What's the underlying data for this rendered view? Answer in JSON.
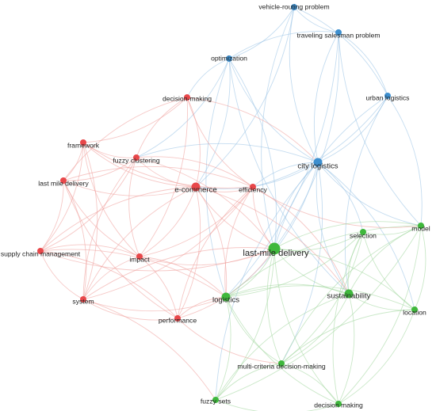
{
  "colors": {
    "red": "#e8474a",
    "green": "#3fb83c",
    "blue": "#3d8fcf",
    "edge_red": "#ef9a98",
    "edge_green": "#9fd69a",
    "edge_blue": "#93bfe3"
  },
  "nodes": [
    {
      "id": "vrp",
      "label": "vehicle-routing problem",
      "cluster": "blue",
      "weight": 1
    },
    {
      "id": "tsp",
      "label": "traveling salesman problem",
      "cluster": "blue",
      "weight": 1
    },
    {
      "id": "opt",
      "label": "optimization",
      "cluster": "blue",
      "weight": 1
    },
    {
      "id": "urban",
      "label": "urban logistics",
      "cluster": "blue",
      "weight": 1
    },
    {
      "id": "city",
      "label": "city logistics",
      "cluster": "blue",
      "weight": 2
    },
    {
      "id": "dm",
      "label": "decision-making",
      "cluster": "red",
      "weight": 1
    },
    {
      "id": "fw",
      "label": "framework",
      "cluster": "red",
      "weight": 1
    },
    {
      "id": "fc",
      "label": "fuzzy clustering",
      "cluster": "red",
      "weight": 1
    },
    {
      "id": "lmd",
      "label": "last mile delivery",
      "cluster": "red",
      "weight": 1
    },
    {
      "id": "ec",
      "label": "e-commerce",
      "cluster": "red",
      "weight": 2
    },
    {
      "id": "eff",
      "label": "efficiency",
      "cluster": "red",
      "weight": 1
    },
    {
      "id": "scm",
      "label": "supply chain management",
      "cluster": "red",
      "weight": 1
    },
    {
      "id": "imp",
      "label": "impact",
      "cluster": "red",
      "weight": 1
    },
    {
      "id": "sys",
      "label": "system",
      "cluster": "red",
      "weight": 1
    },
    {
      "id": "perf",
      "label": "performance",
      "cluster": "red",
      "weight": 1
    },
    {
      "id": "lastmile",
      "label": "last-mile delivery",
      "cluster": "green",
      "weight": 3
    },
    {
      "id": "model",
      "label": "model",
      "cluster": "green",
      "weight": 1
    },
    {
      "id": "sel",
      "label": "selection",
      "cluster": "green",
      "weight": 1
    },
    {
      "id": "log",
      "label": "logistics",
      "cluster": "green",
      "weight": 2
    },
    {
      "id": "sust",
      "label": "sustainability",
      "cluster": "green",
      "weight": 2
    },
    {
      "id": "loc",
      "label": "location",
      "cluster": "green",
      "weight": 1
    },
    {
      "id": "mcdm",
      "label": "multi-criteria decision-making",
      "cluster": "green",
      "weight": 1
    },
    {
      "id": "fs",
      "label": "fuzzy sets",
      "cluster": "green",
      "weight": 1
    },
    {
      "id": "dmk",
      "label": "decision making",
      "cluster": "green",
      "weight": 1
    }
  ],
  "links": [
    [
      "vrp",
      "tsp"
    ],
    [
      "vrp",
      "opt"
    ],
    [
      "vrp",
      "city"
    ],
    [
      "vrp",
      "urban"
    ],
    [
      "vrp",
      "lastmile"
    ],
    [
      "vrp",
      "ec"
    ],
    [
      "tsp",
      "opt"
    ],
    [
      "tsp",
      "urban"
    ],
    [
      "tsp",
      "city"
    ],
    [
      "tsp",
      "lastmile"
    ],
    [
      "tsp",
      "model"
    ],
    [
      "tsp",
      "log"
    ],
    [
      "opt",
      "city"
    ],
    [
      "opt",
      "lastmile"
    ],
    [
      "opt",
      "dm"
    ],
    [
      "opt",
      "ec"
    ],
    [
      "opt",
      "log"
    ],
    [
      "opt",
      "fc"
    ],
    [
      "opt",
      "sust"
    ],
    [
      "urban",
      "city"
    ],
    [
      "urban",
      "lastmile"
    ],
    [
      "urban",
      "model"
    ],
    [
      "urban",
      "sust"
    ],
    [
      "urban",
      "eff"
    ],
    [
      "city",
      "lastmile"
    ],
    [
      "city",
      "ec"
    ],
    [
      "city",
      "eff"
    ],
    [
      "city",
      "sel"
    ],
    [
      "city",
      "model"
    ],
    [
      "city",
      "log"
    ],
    [
      "city",
      "sust"
    ],
    [
      "city",
      "mcdm"
    ],
    [
      "city",
      "fs"
    ],
    [
      "city",
      "loc"
    ],
    [
      "city",
      "fc"
    ],
    [
      "dm",
      "fw"
    ],
    [
      "dm",
      "fc"
    ],
    [
      "dm",
      "ec"
    ],
    [
      "dm",
      "lmd"
    ],
    [
      "dm",
      "imp"
    ],
    [
      "dm",
      "eff"
    ],
    [
      "dm",
      "city"
    ],
    [
      "fw",
      "fc"
    ],
    [
      "fw",
      "lmd"
    ],
    [
      "fw",
      "ec"
    ],
    [
      "fw",
      "scm"
    ],
    [
      "fw",
      "imp"
    ],
    [
      "fw",
      "sys"
    ],
    [
      "fw",
      "eff"
    ],
    [
      "fc",
      "lmd"
    ],
    [
      "fc",
      "ec"
    ],
    [
      "fc",
      "scm"
    ],
    [
      "fc",
      "imp"
    ],
    [
      "fc",
      "eff"
    ],
    [
      "fc",
      "sys"
    ],
    [
      "fc",
      "lastmile"
    ],
    [
      "lmd",
      "ec"
    ],
    [
      "lmd",
      "scm"
    ],
    [
      "lmd",
      "imp"
    ],
    [
      "lmd",
      "sys"
    ],
    [
      "lmd",
      "perf"
    ],
    [
      "lmd",
      "eff"
    ],
    [
      "ec",
      "eff"
    ],
    [
      "ec",
      "imp"
    ],
    [
      "ec",
      "sys"
    ],
    [
      "ec",
      "perf"
    ],
    [
      "ec",
      "lastmile"
    ],
    [
      "ec",
      "log"
    ],
    [
      "ec",
      "scm"
    ],
    [
      "ec",
      "sust"
    ],
    [
      "eff",
      "lastmile"
    ],
    [
      "eff",
      "imp"
    ],
    [
      "eff",
      "perf"
    ],
    [
      "eff",
      "sys"
    ],
    [
      "eff",
      "log"
    ],
    [
      "eff",
      "sust"
    ],
    [
      "eff",
      "model"
    ],
    [
      "scm",
      "imp"
    ],
    [
      "scm",
      "sys"
    ],
    [
      "scm",
      "perf"
    ],
    [
      "scm",
      "lastmile"
    ],
    [
      "scm",
      "log"
    ],
    [
      "imp",
      "sys"
    ],
    [
      "imp",
      "perf"
    ],
    [
      "imp",
      "lastmile"
    ],
    [
      "imp",
      "log"
    ],
    [
      "sys",
      "perf"
    ],
    [
      "sys",
      "lastmile"
    ],
    [
      "sys",
      "log"
    ],
    [
      "sys",
      "fs"
    ],
    [
      "perf",
      "lastmile"
    ],
    [
      "perf",
      "log"
    ],
    [
      "perf",
      "mcdm"
    ],
    [
      "lastmile",
      "model"
    ],
    [
      "lastmile",
      "sel"
    ],
    [
      "lastmile",
      "log"
    ],
    [
      "lastmile",
      "sust"
    ],
    [
      "lastmile",
      "loc"
    ],
    [
      "lastmile",
      "mcdm"
    ],
    [
      "lastmile",
      "fs"
    ],
    [
      "lastmile",
      "dmk"
    ],
    [
      "model",
      "sel"
    ],
    [
      "model",
      "sust"
    ],
    [
      "model",
      "loc"
    ],
    [
      "model",
      "mcdm"
    ],
    [
      "model",
      "dmk"
    ],
    [
      "model",
      "log"
    ],
    [
      "model",
      "fs"
    ],
    [
      "sel",
      "sust"
    ],
    [
      "sel",
      "mcdm"
    ],
    [
      "sel",
      "loc"
    ],
    [
      "sel",
      "log"
    ],
    [
      "sel",
      "dmk"
    ],
    [
      "log",
      "sust"
    ],
    [
      "log",
      "mcdm"
    ],
    [
      "log",
      "fs"
    ],
    [
      "log",
      "dmk"
    ],
    [
      "log",
      "loc"
    ],
    [
      "sust",
      "loc"
    ],
    [
      "sust",
      "mcdm"
    ],
    [
      "sust",
      "fs"
    ],
    [
      "sust",
      "dmk"
    ],
    [
      "loc",
      "mcdm"
    ],
    [
      "loc",
      "dmk"
    ],
    [
      "mcdm",
      "fs"
    ],
    [
      "mcdm",
      "dmk"
    ],
    [
      "fs",
      "dmk"
    ]
  ]
}
